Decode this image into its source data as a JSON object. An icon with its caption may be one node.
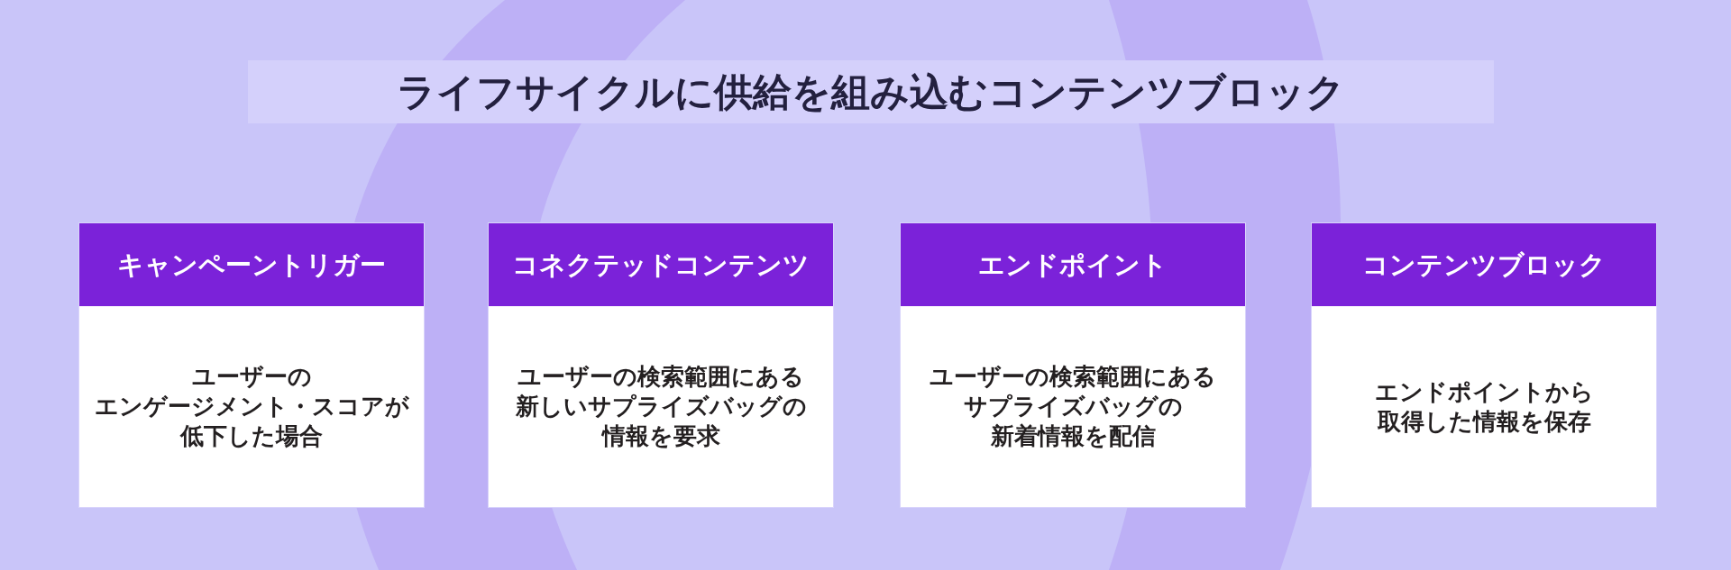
{
  "diagram": {
    "title": "ライフサイクルに供給を組み込むコンテンツブロック",
    "nodes": [
      {
        "text": [
          "キャンペーントリガー",
          "ユーザーのエンゲージメント・スコアが低下した場合"
        ]
      },
      {
        "text": [
          "コネクテッドコンテンツ",
          "ユーザーの検索範囲にある新しいサプライズバッグの情報を要求"
        ]
      },
      {
        "text": [
          "エンドポイント",
          "ユーザーの検索範囲にあるサプライズバッグの新着情報を配信"
        ]
      },
      {
        "text": [
          "コンテンツブロック",
          "エンドポイントから取得した情報を保存"
        ]
      }
    ]
  }
}
